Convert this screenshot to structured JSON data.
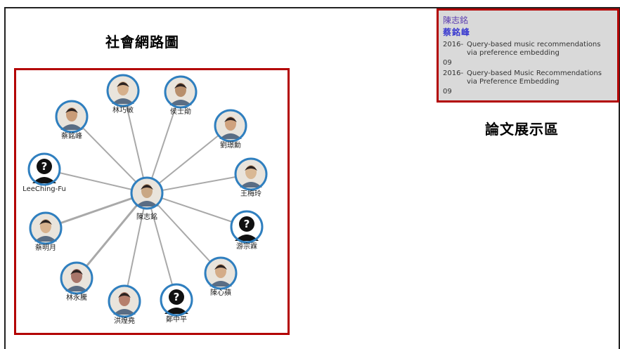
{
  "headings": {
    "social_network": "社會網路圖",
    "paper_display": "論文展示區"
  },
  "network": {
    "center": {
      "name": "陳志銘",
      "kind": "photo",
      "tone": "#c9a784"
    },
    "nodes": [
      {
        "name": "林巧敏",
        "kind": "photo",
        "tone": "#d6b08c"
      },
      {
        "name": "侯士勛",
        "kind": "photo",
        "tone": "#b88f6c"
      },
      {
        "name": "劉璟勳",
        "kind": "photo",
        "tone": "#cfa27e"
      },
      {
        "name": "王梅玲",
        "kind": "photo",
        "tone": "#d9b894"
      },
      {
        "name": "游宗霖",
        "kind": "unknown",
        "tone": "#111111"
      },
      {
        "name": "陳心蘋",
        "kind": "photo",
        "tone": "#d4ac88"
      },
      {
        "name": "鄭中平",
        "kind": "unknown",
        "tone": "#111111"
      },
      {
        "name": "洪煌堯",
        "kind": "photo",
        "tone": "#b67f6c"
      },
      {
        "name": "林永騰",
        "kind": "photo",
        "tone": "#a8766a"
      },
      {
        "name": "蔡明月",
        "kind": "photo",
        "tone": "#d8b28e"
      },
      {
        "name": "LeeChing-Fu",
        "kind": "unknown",
        "tone": "#111111"
      },
      {
        "name": "蔡銘峰",
        "kind": "photo",
        "tone": "#c99c78"
      }
    ]
  },
  "papers": {
    "authors": [
      "陳志銘",
      "蔡銘峰"
    ],
    "items": [
      {
        "year_a": "2016-",
        "year_b": "09",
        "title": "Query-based music recommendations via preference embedding"
      },
      {
        "year_a": "2016-",
        "year_b": "09",
        "title": "Query-based Music Recommendations via Preference Embedding"
      }
    ]
  },
  "colors": {
    "panel_border": "#b30000",
    "node_ring": "#2f7fbf",
    "edge": "#a9a9a9",
    "paper_bg": "#d9d9d9"
  }
}
